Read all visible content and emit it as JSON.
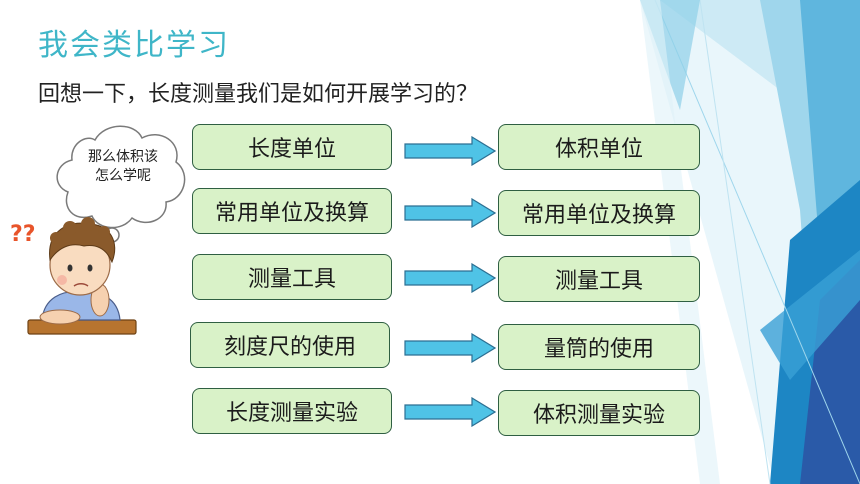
{
  "slide": {
    "title": "我会类比学习",
    "question": "回想一下，长度测量我们是如何开展学习的？",
    "thought_bubble": "那么体积该怎么学呢",
    "question_marks": "??",
    "accent_color": "#3fb6c8",
    "box_fill_color": "#d9f2c8",
    "arrow_color": "#4fc3e6"
  },
  "pairs": [
    {
      "left": "长度单位",
      "right": "体积单位"
    },
    {
      "left": "常用单位及换算",
      "right": "常用单位及换算"
    },
    {
      "left": "测量工具",
      "right": "测量工具"
    },
    {
      "left": "刻度尺的使用",
      "right": "量筒的使用"
    },
    {
      "left": "长度测量实验",
      "right": "体积测量实验"
    }
  ]
}
